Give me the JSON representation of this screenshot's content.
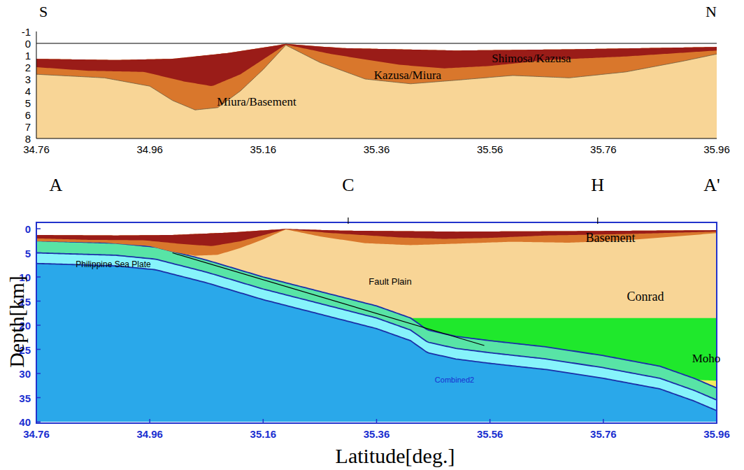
{
  "diagram": {
    "labels": [
      "S",
      "N",
      "-1",
      "0",
      "1",
      "2",
      "3",
      "4",
      "5",
      "6",
      "7",
      "8",
      "34.76",
      "34.96",
      "35.16",
      "35.36",
      "35.56",
      "35.76",
      "35.96",
      "Shimosa/Kazusa",
      "Kazusa/Miura",
      "Miura/Basement",
      "A",
      "C",
      "H",
      "A'",
      "0",
      "5",
      "10",
      "15",
      "20",
      "25",
      "30",
      "35",
      "40",
      "34.76",
      "34.96",
      "35.16",
      "35.36",
      "35.56",
      "35.76",
      "35.96",
      "Depth[km]",
      "Latitude[deg.]",
      "Basement",
      "Philippine Sea Plate",
      "Fault Plain",
      "Conrad",
      "Combined2",
      "Moho"
    ]
  }
}
